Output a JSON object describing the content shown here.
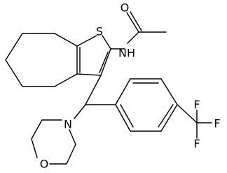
{
  "atoms": {
    "sulfur": "S",
    "amide_nh": "NH",
    "carbonyl_o": "O",
    "morpholine_n": "N",
    "morpholine_o": "O",
    "fluorine_1": "F",
    "fluorine_2": "F",
    "fluorine_3": "F"
  }
}
